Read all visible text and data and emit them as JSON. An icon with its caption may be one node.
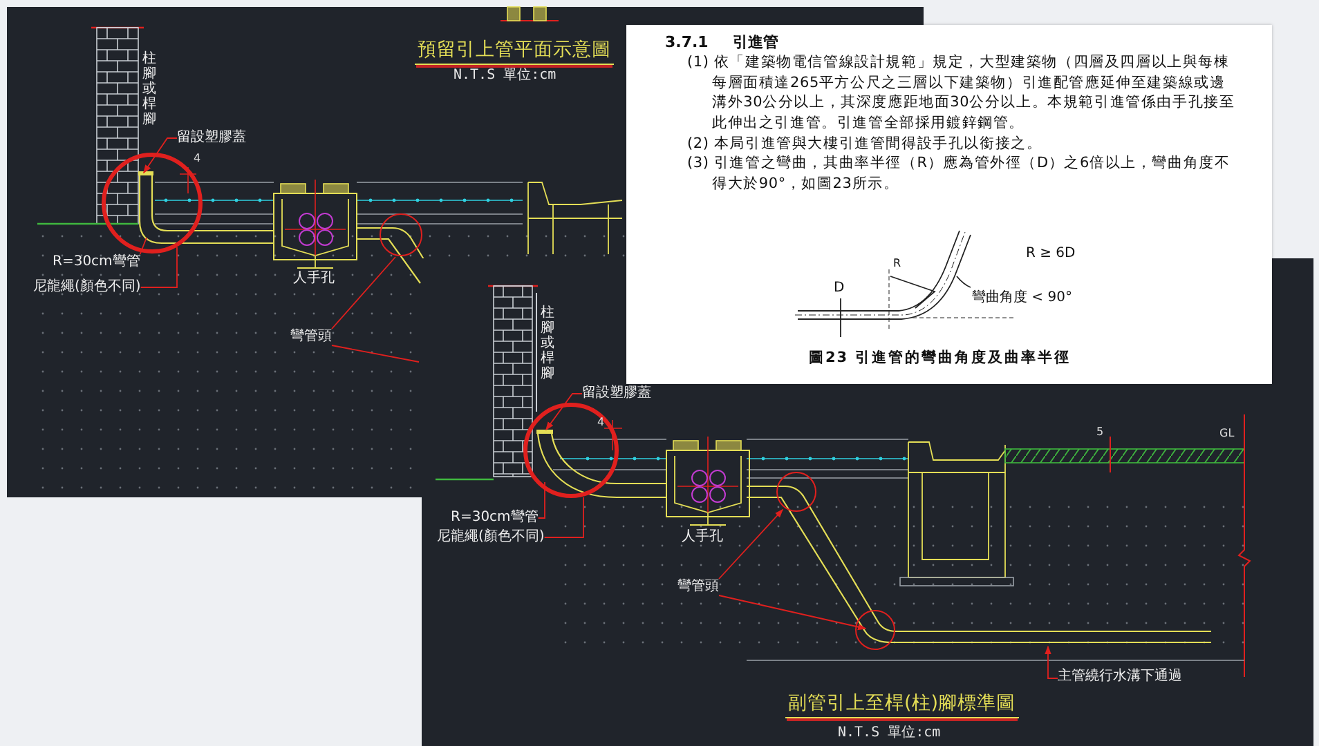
{
  "diagram": {
    "nodes": [
      {
        "text": [
          "留設塑膠蓋"
        ]
      },
      {
        "text": [
          "R=30cm彎管"
        ]
      },
      {
        "text": [
          "尼龍繩(顏色不同)"
        ]
      },
      {
        "text": [
          "彎管頭"
        ]
      },
      {
        "text": [
          "留設塑膠蓋"
        ]
      },
      {
        "text": [
          "R=30cm彎管"
        ]
      },
      {
        "text": [
          "尼龍繩(顏色不同)"
        ]
      },
      {
        "text": [
          "彎管頭"
        ]
      },
      {
        "text": [
          "主管繞行水溝下通過"
        ]
      }
    ],
    "edges": [
      {
        "from": 0,
        "to": null,
        "arrow": "to"
      },
      {
        "from": 1,
        "to": null,
        "arrow": "none"
      },
      {
        "from": 2,
        "to": null,
        "arrow": "none"
      },
      {
        "from": 3,
        "to": null,
        "arrow": "none"
      },
      {
        "from": 3,
        "to": null,
        "arrow": "none"
      },
      {
        "from": 4,
        "to": null,
        "arrow": "to"
      },
      {
        "from": 5,
        "to": null,
        "arrow": "none"
      },
      {
        "from": 6,
        "to": null,
        "arrow": "none"
      },
      {
        "from": 7,
        "to": null,
        "arrow": "to"
      },
      {
        "from": 7,
        "to": null,
        "arrow": "to"
      },
      {
        "from": 8,
        "to": null,
        "arrow": "to"
      }
    ],
    "labels": [
      "預留引上管平面示意圖",
      "N.T.S 單位:cm",
      "柱腳或桿腳",
      "4",
      "人手孔",
      "3.7.1 引進管",
      "(1) 依「建築物電信管線設計規範」規定，大型建築物（四層及四層以上與每棟每層面積達265平方公尺之三層以下建築物）引進配管應延伸至建築線或邊溝外30公分以上，其深度應距地面30公分以上。本規範引進管係由手孔接至此伸出之引進管。引進管全部採用鍍鋅鋼管。",
      "(2) 本局引進管與大樓引進管間得設手孔以銜接之。",
      "(3) 引進管之彎曲，其曲率半徑（R）應為管外徑（D）之6倍以上，彎曲角度不得大於90°，如圖23所示。",
      "R ≥ 6D",
      "D",
      "R",
      "彎曲角度 < 90°",
      "圖23 引進管的彎曲角度及曲率半徑",
      "柱腳或桿腳",
      "4",
      "5",
      "GL",
      "人手孔",
      "副管引上至桿(柱)腳標準圖",
      "N.T.S 單位:cm"
    ]
  }
}
